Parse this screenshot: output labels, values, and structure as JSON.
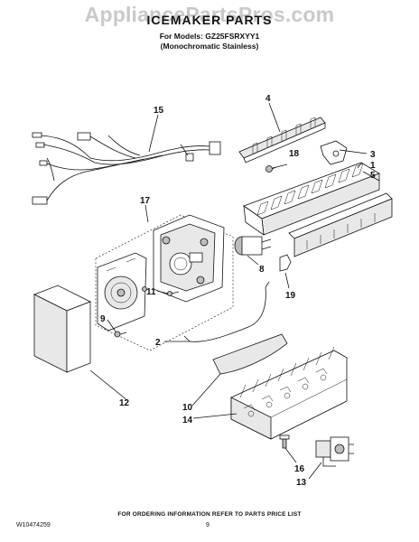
{
  "watermark": "AppliancePartsPros.com",
  "title": "ICEMAKER PARTS",
  "models": "For Models: GZ25FSRXYY1",
  "variant": "(Monochromatic Stainless)",
  "footer": "FOR ORDERING INFORMATION REFER TO PARTS PRICE LIST",
  "doc_number": "W10474259",
  "page_number": "9",
  "callouts": {
    "c1": "1",
    "c2": "2",
    "c3": "3",
    "c4": "4",
    "c5": "5",
    "c8": "8",
    "c9": "9",
    "c10": "10",
    "c11": "11",
    "c12": "12",
    "c13": "13",
    "c14": "14",
    "c15": "15",
    "c16": "16",
    "c17": "17",
    "c18": "18",
    "c19": "19"
  }
}
